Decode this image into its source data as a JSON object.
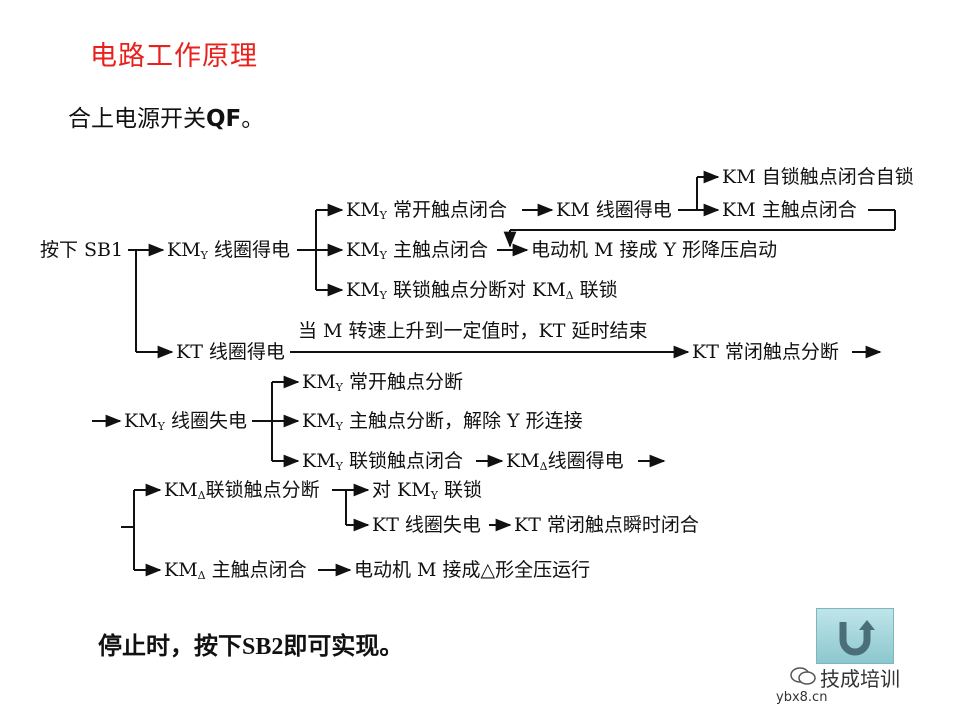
{
  "title": "电路工作原理",
  "subtitle": {
    "prefix": "合上电源开关",
    "bold": "QF",
    "suffix": "。"
  },
  "diagram": {
    "press_sb1": "按下 SB1",
    "kmy_coil_on": {
      "pre": "KM",
      "sub": "Y",
      "post": " 线圈得电"
    },
    "kmy_no_close": {
      "pre": "KM",
      "sub": "Y",
      "post": " 常开触点闭合"
    },
    "km_coil_on": "KM 线圈得电",
    "km_self_lock": "KM 自锁触点闭合自锁",
    "km_main_close": "KM 主触点闭合",
    "kmy_main_close": {
      "pre": "KM",
      "sub": "Y",
      "post": " 主触点闭合"
    },
    "motor_y_start": "电动机 M 接成 Y 形降压启动",
    "kmy_interlock_break": {
      "pre": "KM",
      "sub": "Y",
      "mid": " 联锁触点分断对 KM",
      "sub2": "Δ",
      "post": " 联锁"
    },
    "kt_coil_on": "KT 线圈得电",
    "speed_note": "当 M 转速上升到一定值时，KT 延时结束",
    "kt_nc_break": "KT 常闭触点分断",
    "kmy_coil_off": {
      "pre": "KM",
      "sub": "Y",
      "post": " 线圈失电"
    },
    "kmy_no_break": {
      "pre": "KM",
      "sub": "Y",
      "post": " 常开触点分断"
    },
    "kmy_main_break": {
      "pre": "KM",
      "sub": "Y",
      "post": " 主触点分断，解除 Y 形连接"
    },
    "kmy_interlock_close": {
      "pre": "KM",
      "sub": "Y",
      "post": " 联锁触点闭合"
    },
    "kmd_coil_on": {
      "pre": "KM",
      "sub": "Δ",
      "post": "线圈得电"
    },
    "kmd_interlock_break": {
      "pre": "KM",
      "sub": "Δ",
      "post": "联锁触点分断"
    },
    "to_kmy_lock": {
      "pre": "对 KM",
      "sub": "Y",
      "post": " 联锁"
    },
    "kt_coil_off": "KT 线圈失电",
    "kt_nc_instant_close": "KT 常闭触点瞬时闭合",
    "kmd_main_close": {
      "pre": "KM",
      "sub": "Δ",
      "post": " 主触点闭合"
    },
    "motor_delta_run": "电动机 M 接成△形全压运行"
  },
  "footer": {
    "text": "停止时，按下",
    "sb": "SB2",
    "suffix": "即可实现。"
  },
  "watermark": {
    "brand": "技成培训",
    "site": "ybx8.cn"
  },
  "colors": {
    "title": "#e8211c",
    "button": "#8cc7cf",
    "arrow": "#111111"
  }
}
